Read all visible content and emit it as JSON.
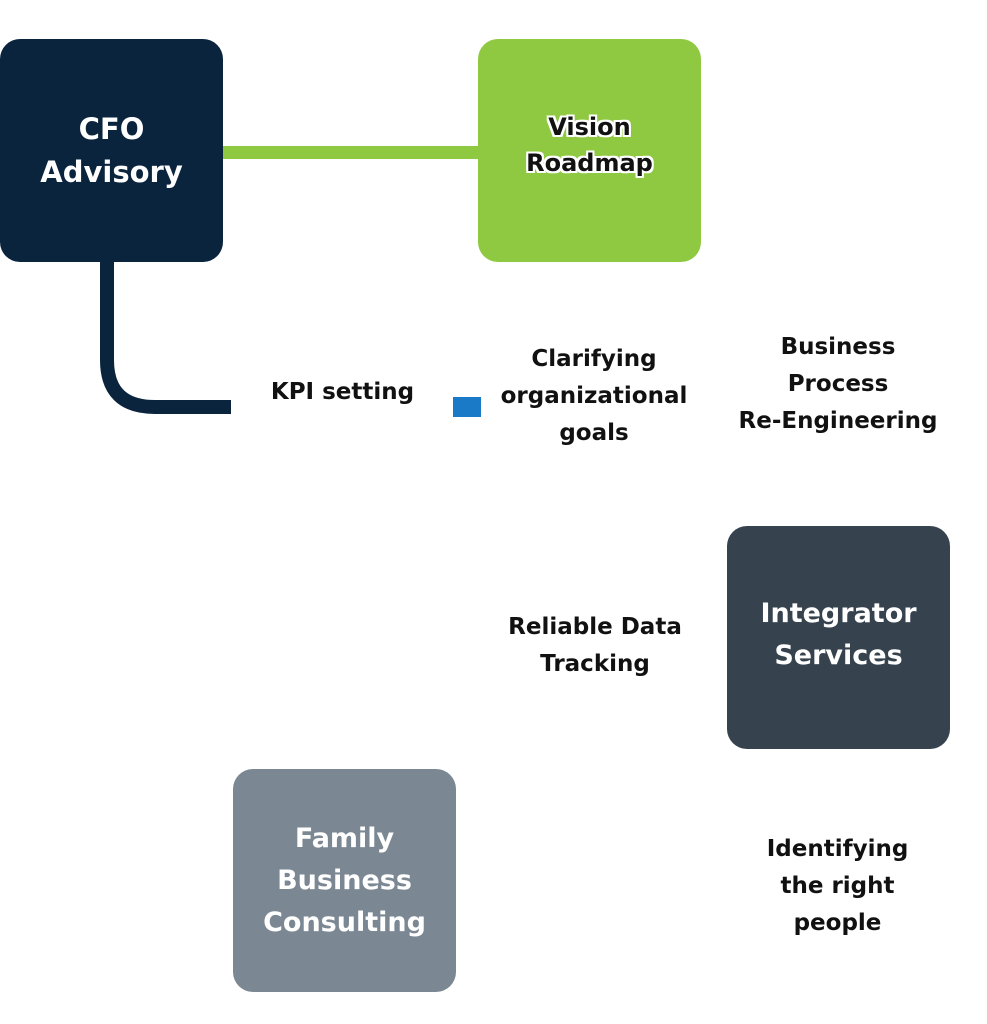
{
  "colors": {
    "cfo_box": "#0a243e",
    "vision_box": "#8fc942",
    "integrator_box": "#36434f",
    "family_box": "#7b8893",
    "marker": "#1a7ac8",
    "connector_green": "#8fc942",
    "connector_navy": "#0a243e"
  },
  "boxes": {
    "cfo": {
      "lines": [
        "CFO",
        "Advisory"
      ]
    },
    "vision": {
      "lines": [
        "Vision",
        "Roadmap"
      ]
    },
    "integrator": {
      "lines": [
        "Integrator",
        "Services"
      ]
    },
    "family": {
      "lines": [
        "Family",
        "Business",
        "Consulting"
      ]
    }
  },
  "labels": {
    "kpi": {
      "lines": [
        "KPI setting"
      ]
    },
    "clarify": {
      "lines": [
        "Clarifying",
        "organizational",
        "goals"
      ]
    },
    "bpr": {
      "lines": [
        "Business",
        "Process",
        "Re-Engineering"
      ]
    },
    "reliable": {
      "lines": [
        "Reliable Data",
        "Tracking"
      ]
    },
    "identify": {
      "lines": [
        "Identifying",
        "the right",
        "people"
      ]
    }
  },
  "connections": [
    {
      "from": "cfo",
      "to": "vision",
      "style": "straight"
    },
    {
      "from": "cfo",
      "to": "kpi",
      "style": "elbow"
    }
  ]
}
